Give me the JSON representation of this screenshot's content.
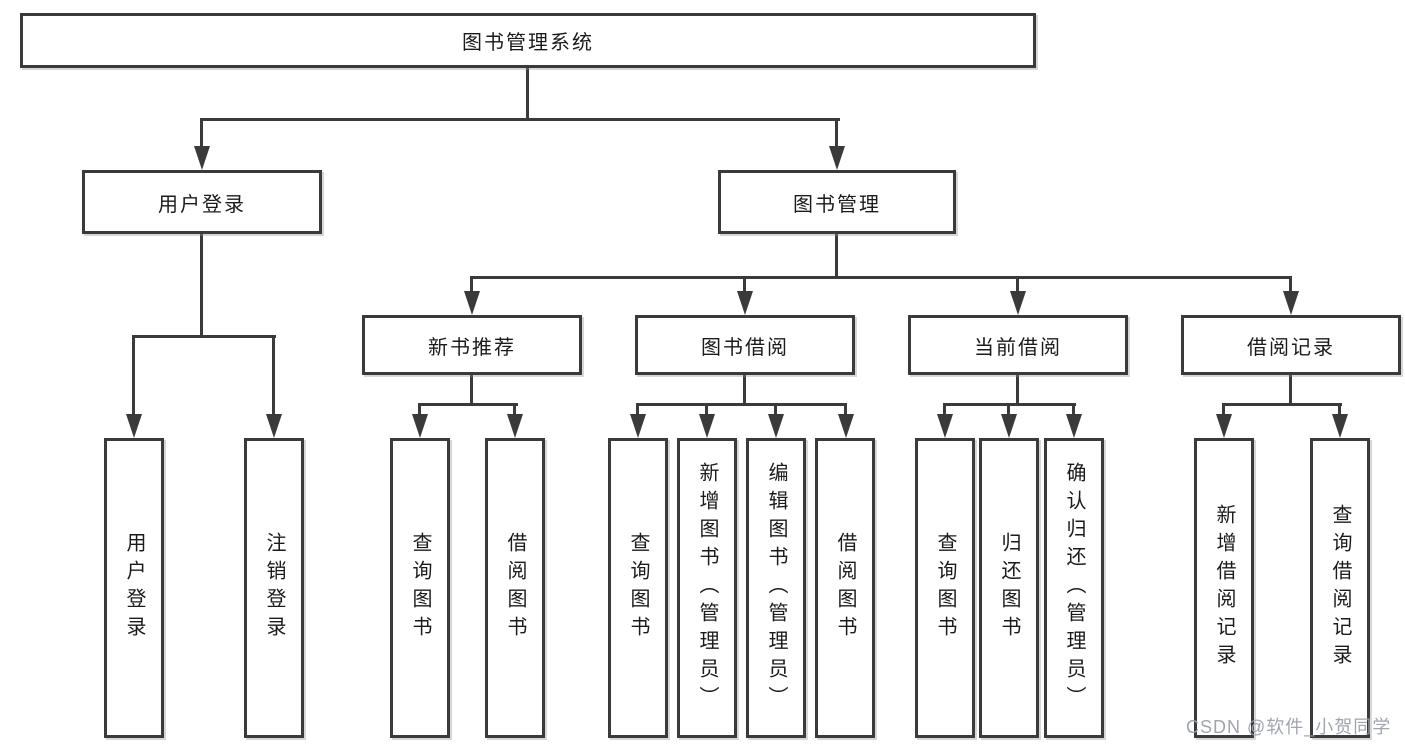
{
  "watermark": "CSDN @软件_小贺同学",
  "colors": {
    "line": "#3a3a3a",
    "text": "#1b1b1b",
    "box_background": "#ffffff",
    "watermark": "#9aa0ab",
    "background": "#ffffff"
  },
  "tree": {
    "root": "图书管理系统",
    "children": [
      {
        "label": "用户登录",
        "children": [
          "用户登录",
          "注销登录"
        ]
      },
      {
        "label": "图书管理",
        "children": [
          {
            "label": "新书推荐",
            "children": [
              "查询图书",
              "借阅图书"
            ]
          },
          {
            "label": "图书借阅",
            "children": [
              "查询图书",
              "新增图书（管理员）",
              "编辑图书（管理员）",
              "借阅图书"
            ]
          },
          {
            "label": "当前借阅",
            "children": [
              "查询图书",
              "归还图书",
              "确认归还（管理员）"
            ]
          },
          {
            "label": "借阅记录",
            "children": [
              "新增借阅记录",
              "查询借阅记录"
            ]
          }
        ]
      }
    ]
  }
}
